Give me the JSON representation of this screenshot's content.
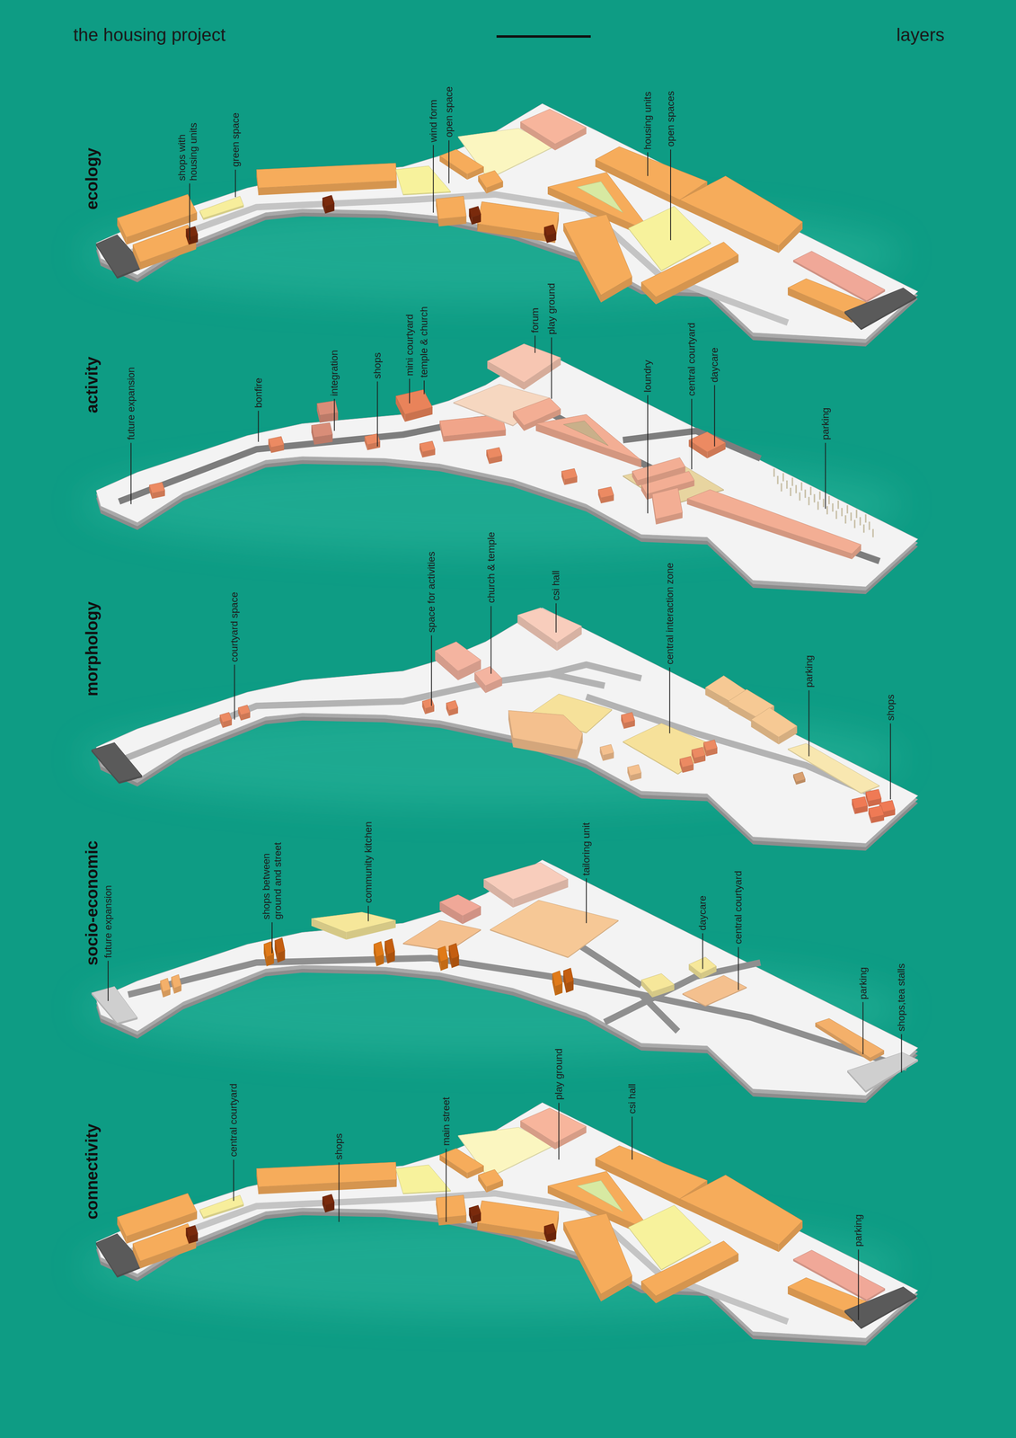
{
  "diagram": {
    "title": "the housing project",
    "nodes": [
      {
        "text": [
          "ecology"
        ]
      },
      {
        "text": [
          "activity"
        ]
      },
      {
        "text": [
          "morphology"
        ]
      },
      {
        "text": [
          "socio-economic"
        ]
      },
      {
        "text": [
          "connectivity"
        ]
      }
    ],
    "labels": [
      "layers",
      "shops with housing units",
      "green space",
      "wind form",
      "open space",
      "housing units",
      "open spaces",
      "future expansion",
      "bonfire",
      "integration",
      "shops",
      "mini courtyard",
      "temple & church",
      "forum",
      "play ground",
      "loundry",
      "central courtyard",
      "daycare",
      "parking",
      "courtyard space",
      "space for activities",
      "church & temple",
      "csi hall",
      "central interaction zone",
      "parking",
      "shops",
      "future expansion",
      "shops between ground and street",
      "community kitchen",
      "tailoring unit",
      "daycare",
      "central courtyard",
      "parking",
      "shops,tea stalls",
      "central courtyard",
      "shops",
      "main street",
      "play ground",
      "csi hall",
      "parking"
    ]
  }
}
